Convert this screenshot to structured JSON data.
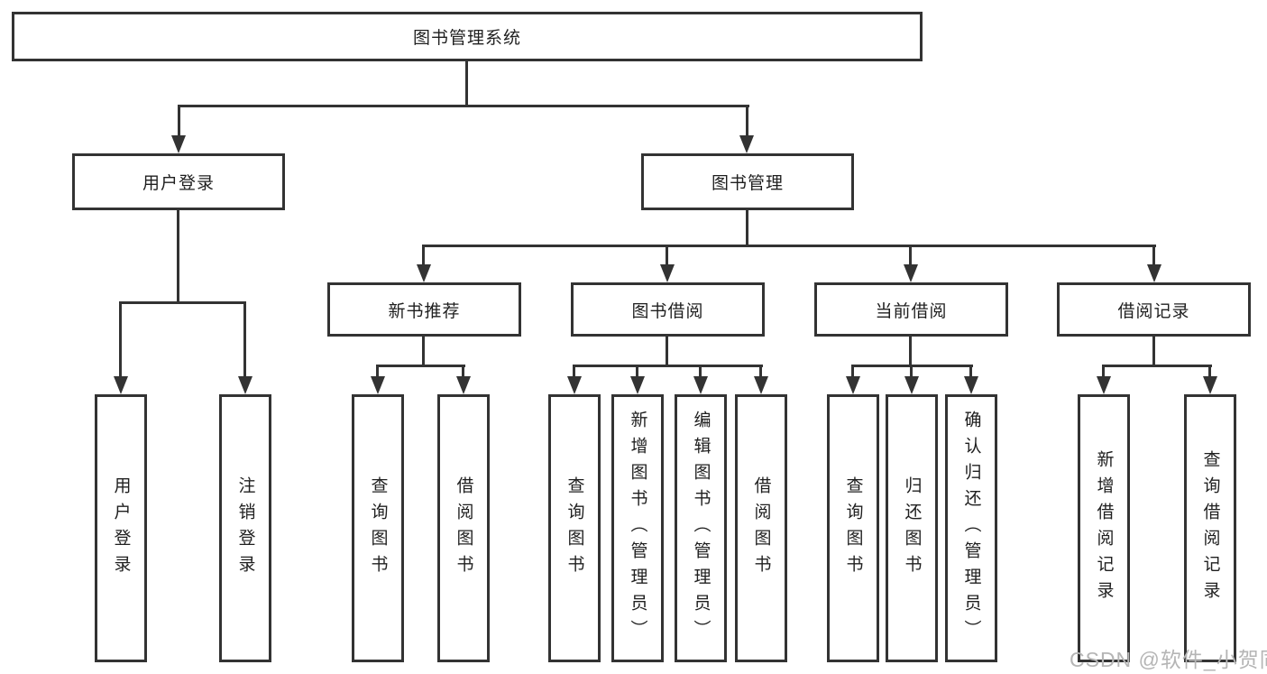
{
  "colors": {
    "line": "#333333",
    "box_border": "#333333",
    "box_fill": "#ffffff",
    "text": "#1f1f1f",
    "watermark": "#b5b5b5"
  },
  "tree": {
    "root": "图书管理系统",
    "level2": [
      "用户登录",
      "图书管理"
    ],
    "level3": [
      "新书推荐",
      "图书借阅",
      "当前借阅",
      "借阅记录"
    ],
    "leaves": {
      "login": [
        "用户登录",
        "注销登录"
      ],
      "new_books": [
        "查询图书",
        "借阅图书"
      ],
      "book_borrow": [
        "查询图书",
        "新增图书（管理员）",
        "编辑图书（管理员）",
        "借阅图书"
      ],
      "current_borrow": [
        "查询图书",
        "归还图书",
        "确认归还（管理员）"
      ],
      "borrow_records": [
        "新增借阅记录",
        "查询借阅记录"
      ]
    }
  },
  "watermark": "CSDN @软件_小贺同学"
}
